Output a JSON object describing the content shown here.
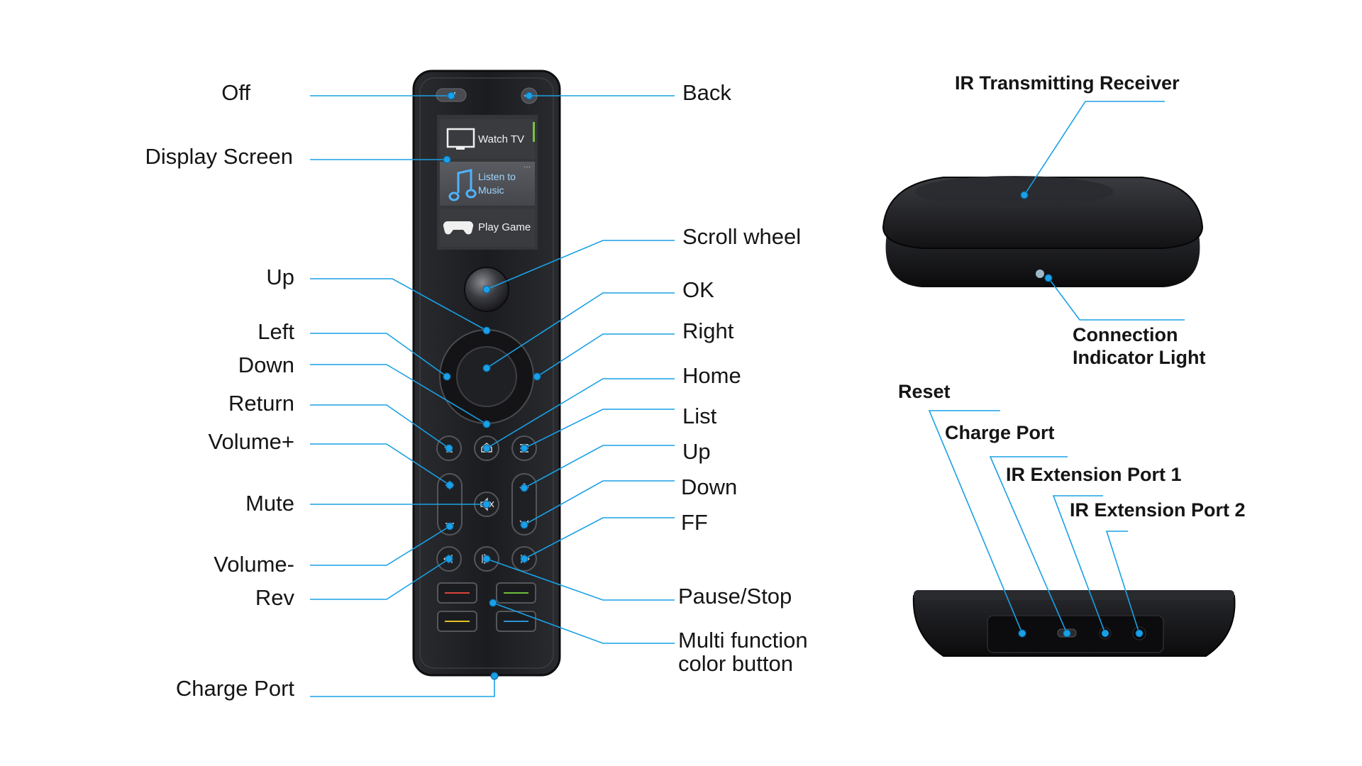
{
  "remote_labels": {
    "off": "Off",
    "display_screen": "Display Screen",
    "up_left": "Up",
    "left": "Left",
    "down_left": "Down",
    "return": "Return",
    "volume_plus": "Volume+",
    "mute": "Mute",
    "volume_minus": "Volume-",
    "rev": "Rev",
    "charge_port": "Charge Port",
    "back": "Back",
    "scroll_wheel": "Scroll wheel",
    "ok": "OK",
    "right": "Right",
    "home": "Home",
    "list": "List",
    "up_right": "Up",
    "down_right": "Down",
    "ff": "FF",
    "pause_stop": "Pause/Stop",
    "multi_function": "Multi function color button"
  },
  "remote_screen": {
    "off_button": "off",
    "items": [
      "Watch TV",
      "Listen to Music",
      "Play Game"
    ],
    "listen_line1": "Listen to",
    "listen_line2": "Music"
  },
  "receiver_labels": {
    "ir_transmitting_receiver": "IR Transmitting Receiver",
    "connection_line1": "Connection",
    "connection_line2": "Indicator Light",
    "reset": "Reset",
    "charge_port": "Charge Port",
    "ir_ext_1": "IR Extension Port 1",
    "ir_ext_2": "IR Extension Port 2"
  },
  "colors": {
    "callout": "#1aa0e6",
    "remote_body": "#1e1f22",
    "red_button": "#d9433a",
    "green_button": "#6fbf3a",
    "yellow_button": "#e3c022",
    "blue_button": "#2f8fd8"
  }
}
